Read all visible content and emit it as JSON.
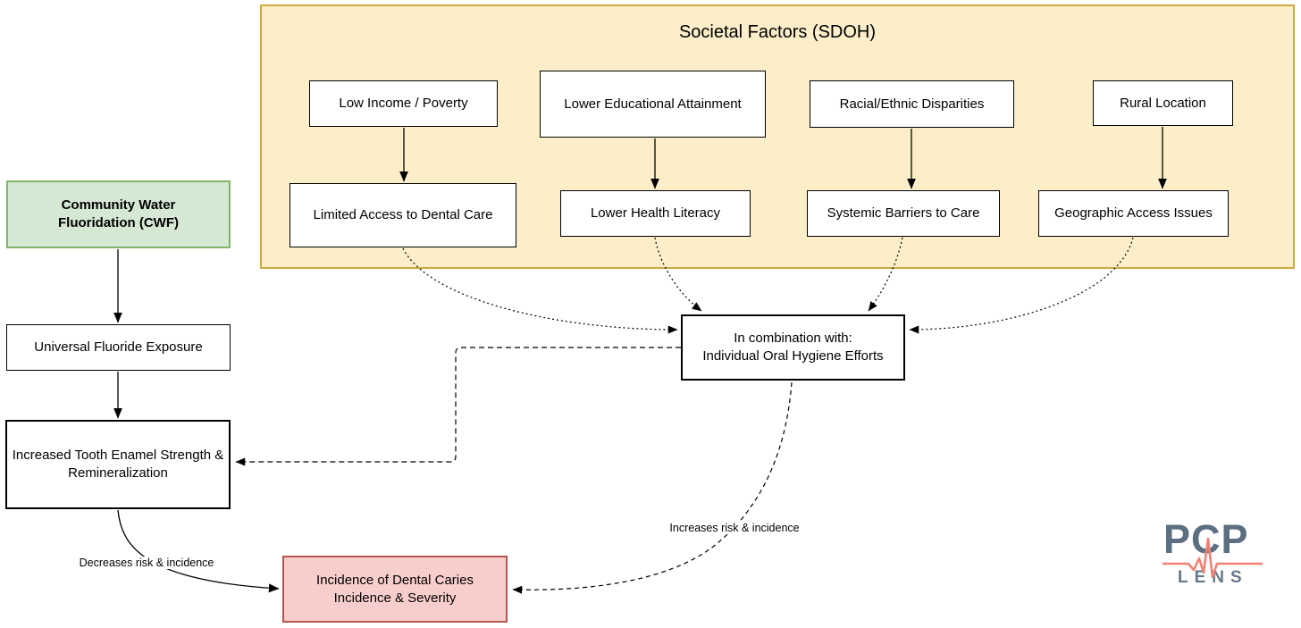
{
  "sdoh": {
    "title": "Societal Factors (SDOH)",
    "row1": {
      "low_income": "Low Income / Poverty",
      "education": "Lower Educational Attainment",
      "racial": "Racial/Ethnic Disparities",
      "rural": "Rural Location"
    },
    "row2": {
      "dental_access": "Limited Access to Dental Care",
      "health_literacy": "Lower Health Literacy",
      "systemic_barriers": "Systemic Barriers to Care",
      "geographic_access": "Geographic Access Issues"
    }
  },
  "chain": {
    "cwf": {
      "line1": "Community Water",
      "line2": "Fluoridation (CWF)"
    },
    "fluoride_exposure": "Universal Fluoride Exposure",
    "enamel": {
      "line1": "Increased Tooth Enamel Strength &",
      "line2": "Remineralization"
    }
  },
  "combination": {
    "line1": "In combination with:",
    "line2": "Individual Oral Hygiene Efforts"
  },
  "outcome": {
    "line1": "Incidence of Dental Caries",
    "line2": "Incidence & Severity"
  },
  "edge_labels": {
    "decreases": "Decreases risk & incidence",
    "increases": "Increases risk & incidence"
  },
  "logo": {
    "brand": "PCP",
    "sub": "LENS"
  },
  "colors": {
    "sdoh_fill": "#fbeec9",
    "sdoh_stroke": "#cda942",
    "green_fill": "#d5e8d4",
    "green_stroke": "#82b366",
    "red_fill": "#f8cecc",
    "red_stroke": "#b85450",
    "logo_brand_color": "#5c6f82",
    "logo_sub_color": "#64788a",
    "logo_pulse_color": "#ef8274"
  }
}
